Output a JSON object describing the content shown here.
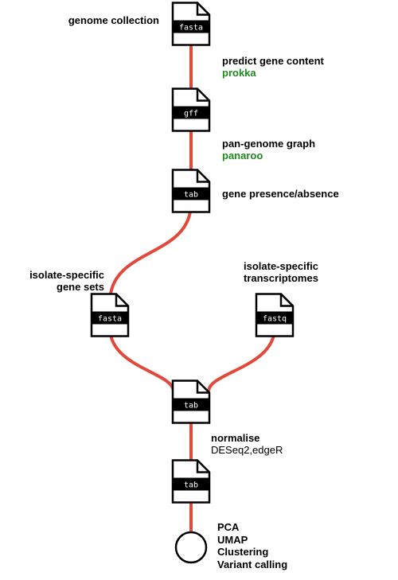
{
  "colors": {
    "edge": "#e0493b",
    "tool": "#1e8a1e",
    "ink": "#000000",
    "paper": "#ffffff"
  },
  "nodes": {
    "genome_file": {
      "type": "file",
      "format": "fasta"
    },
    "gff_file": {
      "type": "file",
      "format": "gff"
    },
    "tab_file_1": {
      "type": "file",
      "format": "tab"
    },
    "fasta_file_2": {
      "type": "file",
      "format": "fasta"
    },
    "fastq_file": {
      "type": "file",
      "format": "fastq"
    },
    "tab_file_2": {
      "type": "file",
      "format": "tab"
    },
    "tab_file_3": {
      "type": "file",
      "format": "tab"
    },
    "output_circle": {
      "type": "circle"
    }
  },
  "labels": {
    "genome_collection": "genome collection",
    "predict_gene_content": "predict gene content",
    "prokka": "prokka",
    "pan_genome_graph": "pan-genome graph",
    "panaroo": "panaroo",
    "gene_presence_absence": "gene presence/absence",
    "isolate_gene_sets_1": "isolate-specific",
    "isolate_gene_sets_2": "gene sets",
    "isolate_transcriptomes_1": "isolate-specific",
    "isolate_transcriptomes_2": "transcriptomes",
    "normalise": "normalise",
    "normalise_tools": "DESeq2,edgeR",
    "outputs": [
      "PCA",
      "UMAP",
      "Clustering",
      "Variant calling"
    ]
  }
}
